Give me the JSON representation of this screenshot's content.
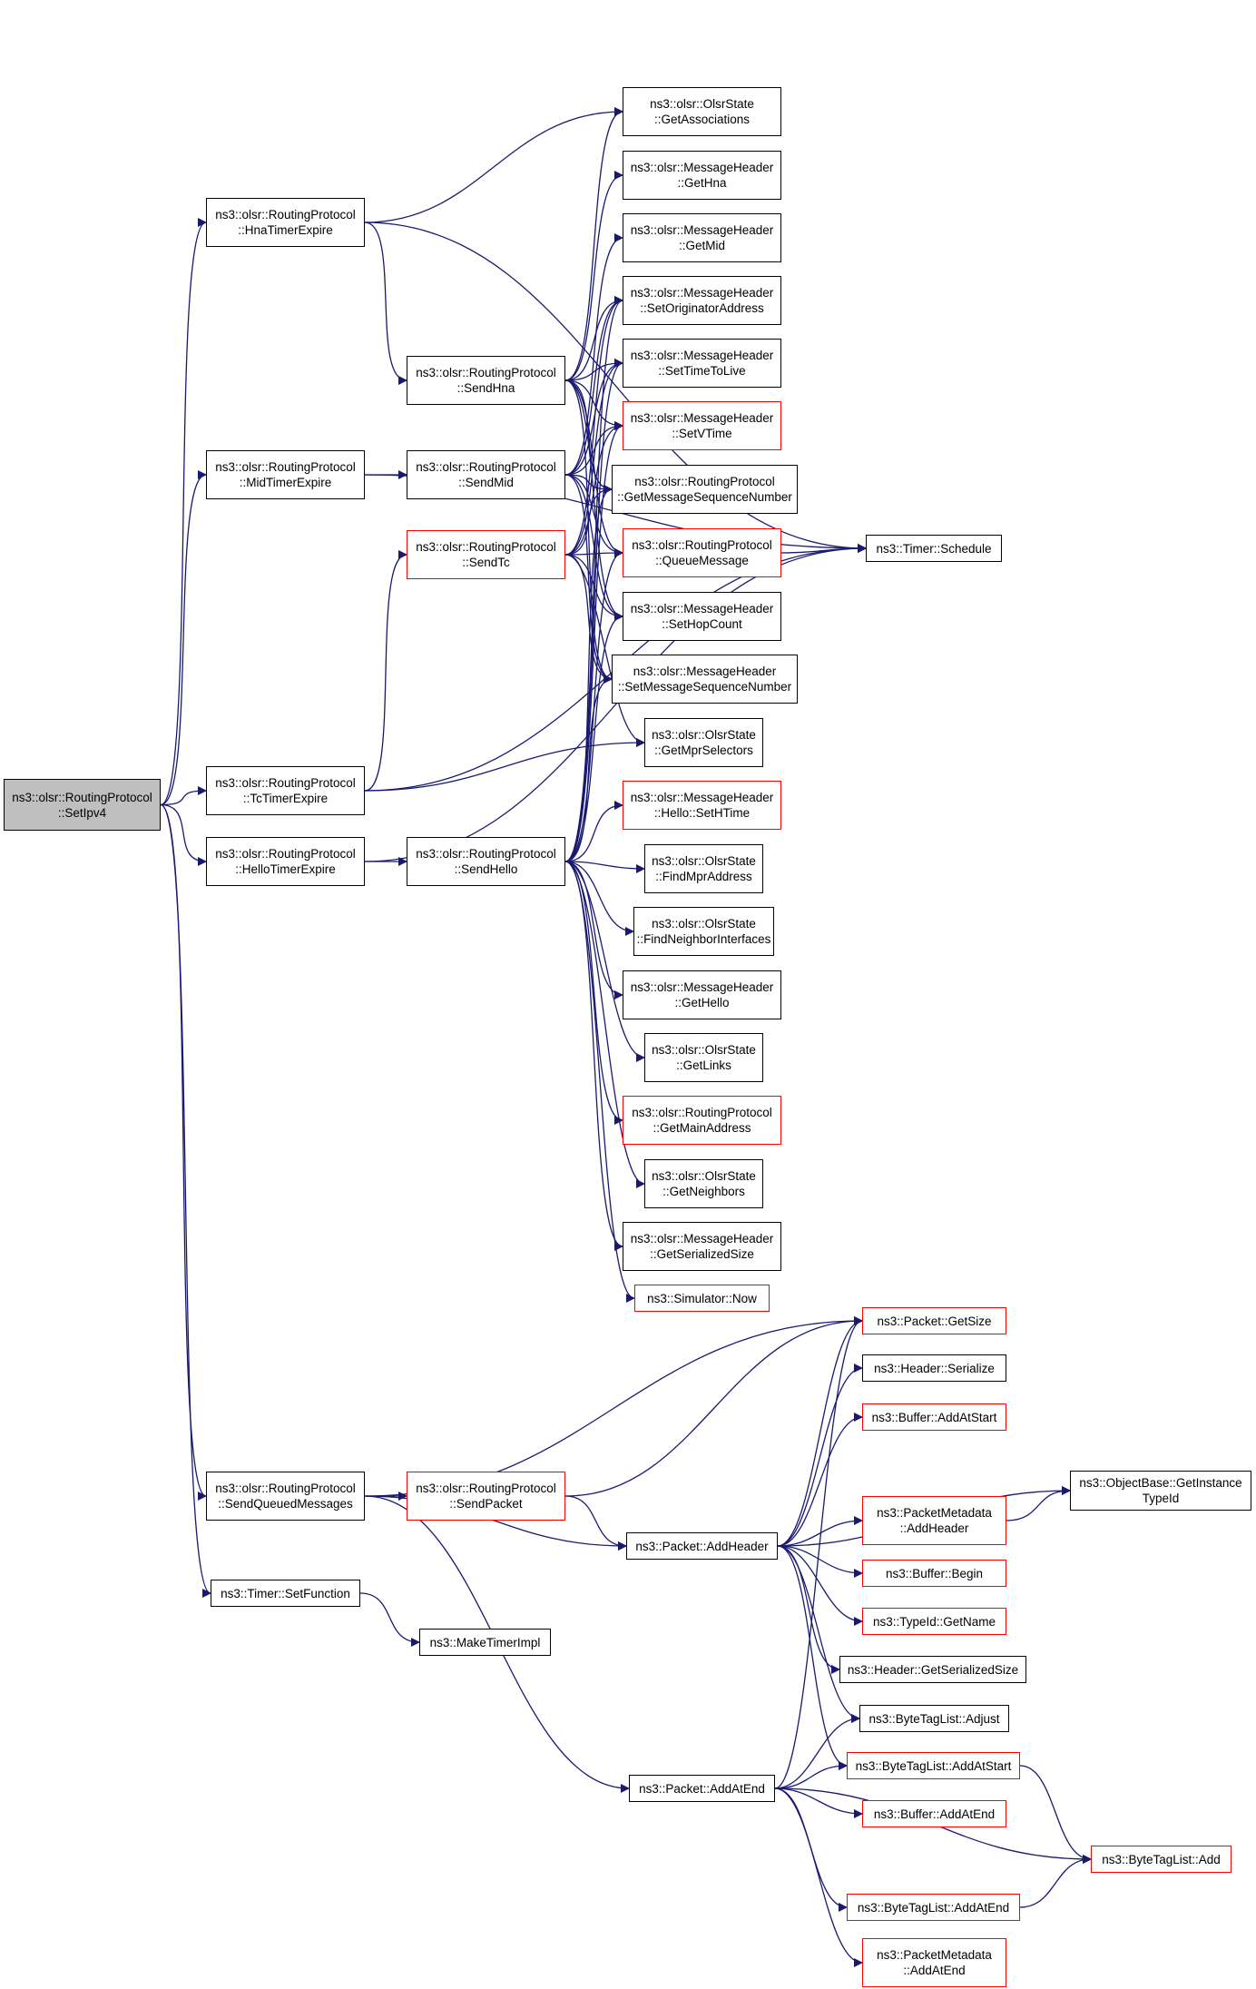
{
  "graph": {
    "edge_color": "#191970",
    "nodes": [
      {
        "id": "SetIpv4",
        "lines": [
          "ns3::olsr::RoutingProtocol",
          "::SetIpv4"
        ],
        "root": true
      },
      {
        "id": "HnaTimerExpire",
        "lines": [
          "ns3::olsr::RoutingProtocol",
          "::HnaTimerExpire"
        ]
      },
      {
        "id": "MidTimerExpire",
        "lines": [
          "ns3::olsr::RoutingProtocol",
          "::MidTimerExpire"
        ]
      },
      {
        "id": "TcTimerExpire",
        "lines": [
          "ns3::olsr::RoutingProtocol",
          "::TcTimerExpire"
        ]
      },
      {
        "id": "HelloTimerExpire",
        "lines": [
          "ns3::olsr::RoutingProtocol",
          "::HelloTimerExpire"
        ]
      },
      {
        "id": "SendQueuedMessages",
        "lines": [
          "ns3::olsr::RoutingProtocol",
          "::SendQueuedMessages"
        ]
      },
      {
        "id": "SetFunction",
        "lines": [
          "ns3::Timer::SetFunction"
        ]
      },
      {
        "id": "MakeTimerImpl",
        "lines": [
          "ns3::MakeTimerImpl"
        ]
      },
      {
        "id": "SendHna",
        "lines": [
          "ns3::olsr::RoutingProtocol",
          "::SendHna"
        ]
      },
      {
        "id": "SendMid",
        "lines": [
          "ns3::olsr::RoutingProtocol",
          "::SendMid"
        ]
      },
      {
        "id": "SendTc",
        "lines": [
          "ns3::olsr::RoutingProtocol",
          "::SendTc"
        ],
        "red": true
      },
      {
        "id": "SendHello",
        "lines": [
          "ns3::olsr::RoutingProtocol",
          "::SendHello"
        ]
      },
      {
        "id": "SendPacket",
        "lines": [
          "ns3::olsr::RoutingProtocol",
          "::SendPacket"
        ],
        "red": true
      },
      {
        "id": "GetAssociations",
        "lines": [
          "ns3::olsr::OlsrState",
          "::GetAssociations"
        ]
      },
      {
        "id": "GetHna",
        "lines": [
          "ns3::olsr::MessageHeader",
          "::GetHna"
        ]
      },
      {
        "id": "GetMid",
        "lines": [
          "ns3::olsr::MessageHeader",
          "::GetMid"
        ]
      },
      {
        "id": "SetOriginatorAddress",
        "lines": [
          "ns3::olsr::MessageHeader",
          "::SetOriginatorAddress"
        ]
      },
      {
        "id": "SetTimeToLive",
        "lines": [
          "ns3::olsr::MessageHeader",
          "::SetTimeToLive"
        ]
      },
      {
        "id": "SetVTime",
        "lines": [
          "ns3::olsr::MessageHeader",
          "::SetVTime"
        ],
        "red": true
      },
      {
        "id": "GetMessageSequenceNumber",
        "lines": [
          "ns3::olsr::RoutingProtocol",
          "::GetMessageSequenceNumber"
        ]
      },
      {
        "id": "QueueMessage",
        "lines": [
          "ns3::olsr::RoutingProtocol",
          "::QueueMessage"
        ],
        "red": true
      },
      {
        "id": "SetHopCount",
        "lines": [
          "ns3::olsr::MessageHeader",
          "::SetHopCount"
        ]
      },
      {
        "id": "SetMessageSequenceNumber",
        "lines": [
          "ns3::olsr::MessageHeader",
          "::SetMessageSequenceNumber"
        ]
      },
      {
        "id": "GetMprSelectors",
        "lines": [
          "ns3::olsr::OlsrState",
          "::GetMprSelectors"
        ]
      },
      {
        "id": "SetHTime",
        "lines": [
          "ns3::olsr::MessageHeader",
          "::Hello::SetHTime"
        ],
        "red": true
      },
      {
        "id": "FindMprAddress",
        "lines": [
          "ns3::olsr::OlsrState",
          "::FindMprAddress"
        ]
      },
      {
        "id": "FindNeighborInterfaces",
        "lines": [
          "ns3::olsr::OlsrState",
          "::FindNeighborInterfaces"
        ]
      },
      {
        "id": "GetHello",
        "lines": [
          "ns3::olsr::MessageHeader",
          "::GetHello"
        ]
      },
      {
        "id": "GetLinks",
        "lines": [
          "ns3::olsr::OlsrState",
          "::GetLinks"
        ]
      },
      {
        "id": "GetMainAddress",
        "lines": [
          "ns3::olsr::RoutingProtocol",
          "::GetMainAddress"
        ],
        "red": true
      },
      {
        "id": "GetNeighbors",
        "lines": [
          "ns3::olsr::OlsrState",
          "::GetNeighbors"
        ]
      },
      {
        "id": "GetSerializedSizeMH",
        "lines": [
          "ns3::olsr::MessageHeader",
          "::GetSerializedSize"
        ]
      },
      {
        "id": "SimNow",
        "lines": [
          "ns3::Simulator::Now"
        ],
        "red": true
      },
      {
        "id": "TimerSchedule",
        "lines": [
          "ns3::Timer::Schedule"
        ]
      },
      {
        "id": "AddHeader",
        "lines": [
          "ns3::Packet::AddHeader"
        ]
      },
      {
        "id": "AddAtEndPkt",
        "lines": [
          "ns3::Packet::AddAtEnd"
        ]
      },
      {
        "id": "GetSize",
        "lines": [
          "ns3::Packet::GetSize"
        ],
        "red": true
      },
      {
        "id": "HeaderSerialize",
        "lines": [
          "ns3::Header::Serialize"
        ]
      },
      {
        "id": "BufAddAtStart",
        "lines": [
          "ns3::Buffer::AddAtStart"
        ],
        "red": true
      },
      {
        "id": "PMAddHeader",
        "lines": [
          "ns3::PacketMetadata",
          "::AddHeader"
        ],
        "red": true
      },
      {
        "id": "BufBegin",
        "lines": [
          "ns3::Buffer::Begin"
        ],
        "red": true
      },
      {
        "id": "TypeIdGetName",
        "lines": [
          "ns3::TypeId::GetName"
        ],
        "red": true
      },
      {
        "id": "HeaderGetSerializedSize",
        "lines": [
          "ns3::Header::GetSerializedSize"
        ]
      },
      {
        "id": "BTLAdjust",
        "lines": [
          "ns3::ByteTagList::Adjust"
        ]
      },
      {
        "id": "BTLAddAtStart",
        "lines": [
          "ns3::ByteTagList::AddAtStart"
        ],
        "red": true
      },
      {
        "id": "BufAddAtEnd",
        "lines": [
          "ns3::Buffer::AddAtEnd"
        ],
        "red": true
      },
      {
        "id": "BTLAddAtEnd",
        "lines": [
          "ns3::ByteTagList::AddAtEnd"
        ],
        "red": true
      },
      {
        "id": "PMAddAtEnd",
        "lines": [
          "ns3::PacketMetadata",
          "::AddAtEnd"
        ],
        "red": true
      },
      {
        "id": "ObjGetInstanceTypeId",
        "lines": [
          "ns3::ObjectBase::GetInstance",
          "TypeId"
        ]
      },
      {
        "id": "BTLAdd",
        "lines": [
          "ns3::ByteTagList::Add"
        ],
        "red": true
      }
    ],
    "edges": [
      [
        "SetIpv4",
        "HnaTimerExpire"
      ],
      [
        "SetIpv4",
        "MidTimerExpire"
      ],
      [
        "SetIpv4",
        "TcTimerExpire"
      ],
      [
        "SetIpv4",
        "HelloTimerExpire"
      ],
      [
        "SetIpv4",
        "SendQueuedMessages"
      ],
      [
        "SetIpv4",
        "SetFunction"
      ],
      [
        "HnaTimerExpire",
        "GetAssociations"
      ],
      [
        "HnaTimerExpire",
        "SendHna"
      ],
      [
        "HnaTimerExpire",
        "TimerSchedule"
      ],
      [
        "MidTimerExpire",
        "SendMid"
      ],
      [
        "MidTimerExpire",
        "TimerSchedule"
      ],
      [
        "TcTimerExpire",
        "SendTc"
      ],
      [
        "TcTimerExpire",
        "GetMprSelectors"
      ],
      [
        "TcTimerExpire",
        "TimerSchedule"
      ],
      [
        "HelloTimerExpire",
        "SendHello"
      ],
      [
        "HelloTimerExpire",
        "TimerSchedule"
      ],
      [
        "SendHna",
        "GetAssociations"
      ],
      [
        "SendHna",
        "GetHna"
      ],
      [
        "SendHna",
        "SetOriginatorAddress"
      ],
      [
        "SendHna",
        "SetTimeToLive"
      ],
      [
        "SendHna",
        "SetVTime"
      ],
      [
        "SendHna",
        "GetMessageSequenceNumber"
      ],
      [
        "SendHna",
        "QueueMessage"
      ],
      [
        "SendHna",
        "SetHopCount"
      ],
      [
        "SendHna",
        "SetMessageSequenceNumber"
      ],
      [
        "SendMid",
        "GetMid"
      ],
      [
        "SendMid",
        "SetOriginatorAddress"
      ],
      [
        "SendMid",
        "SetTimeToLive"
      ],
      [
        "SendMid",
        "SetVTime"
      ],
      [
        "SendMid",
        "GetMessageSequenceNumber"
      ],
      [
        "SendMid",
        "QueueMessage"
      ],
      [
        "SendMid",
        "SetHopCount"
      ],
      [
        "SendMid",
        "SetMessageSequenceNumber"
      ],
      [
        "SendTc",
        "SetOriginatorAddress"
      ],
      [
        "SendTc",
        "SetTimeToLive"
      ],
      [
        "SendTc",
        "SetVTime"
      ],
      [
        "SendTc",
        "GetMessageSequenceNumber"
      ],
      [
        "SendTc",
        "QueueMessage"
      ],
      [
        "SendTc",
        "SetHopCount"
      ],
      [
        "SendTc",
        "SetMessageSequenceNumber"
      ],
      [
        "SendTc",
        "GetMprSelectors"
      ],
      [
        "SendHello",
        "SetOriginatorAddress"
      ],
      [
        "SendHello",
        "SetTimeToLive"
      ],
      [
        "SendHello",
        "SetVTime"
      ],
      [
        "SendHello",
        "GetMessageSequenceNumber"
      ],
      [
        "SendHello",
        "QueueMessage"
      ],
      [
        "SendHello",
        "SetHopCount"
      ],
      [
        "SendHello",
        "SetMessageSequenceNumber"
      ],
      [
        "SendHello",
        "SetHTime"
      ],
      [
        "SendHello",
        "FindMprAddress"
      ],
      [
        "SendHello",
        "FindNeighborInterfaces"
      ],
      [
        "SendHello",
        "GetHello"
      ],
      [
        "SendHello",
        "GetLinks"
      ],
      [
        "SendHello",
        "GetMainAddress"
      ],
      [
        "SendHello",
        "GetNeighbors"
      ],
      [
        "SendHello",
        "GetSerializedSizeMH"
      ],
      [
        "SendHello",
        "SimNow"
      ],
      [
        "QueueMessage",
        "TimerSchedule"
      ],
      [
        "SendQueuedMessages",
        "SendPacket"
      ],
      [
        "SendQueuedMessages",
        "AddHeader"
      ],
      [
        "SendQueuedMessages",
        "AddAtEndPkt"
      ],
      [
        "SendQueuedMessages",
        "GetSize"
      ],
      [
        "SendPacket",
        "GetSize"
      ],
      [
        "SendPacket",
        "AddHeader"
      ],
      [
        "SetFunction",
        "MakeTimerImpl"
      ],
      [
        "AddHeader",
        "GetSize"
      ],
      [
        "AddHeader",
        "HeaderSerialize"
      ],
      [
        "AddHeader",
        "BufAddAtStart"
      ],
      [
        "AddHeader",
        "ObjGetInstanceTypeId"
      ],
      [
        "AddHeader",
        "PMAddHeader"
      ],
      [
        "AddHeader",
        "BufBegin"
      ],
      [
        "AddHeader",
        "TypeIdGetName"
      ],
      [
        "AddHeader",
        "HeaderGetSerializedSize"
      ],
      [
        "AddHeader",
        "BTLAdjust"
      ],
      [
        "AddHeader",
        "BTLAddAtStart"
      ],
      [
        "PMAddHeader",
        "ObjGetInstanceTypeId"
      ],
      [
        "AddAtEndPkt",
        "GetSize"
      ],
      [
        "AddAtEndPkt",
        "BTLAdjust"
      ],
      [
        "AddAtEndPkt",
        "BTLAddAtStart"
      ],
      [
        "AddAtEndPkt",
        "BufAddAtEnd"
      ],
      [
        "AddAtEndPkt",
        "BTLAdd"
      ],
      [
        "AddAtEndPkt",
        "BTLAddAtEnd"
      ],
      [
        "AddAtEndPkt",
        "PMAddAtEnd"
      ],
      [
        "BTLAddAtStart",
        "BTLAdd"
      ],
      [
        "BTLAddAtEnd",
        "BTLAdd"
      ]
    ]
  }
}
